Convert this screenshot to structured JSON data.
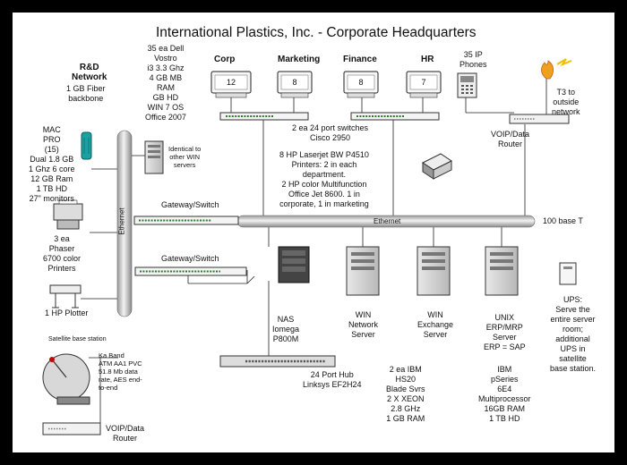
{
  "title": "International Plastics, Inc. -  Corporate Headquarters",
  "dell_desc": [
    "35 ea Dell",
    "Vostro",
    "i3 3.3 Ghz",
    "4 GB MB",
    "RAM",
    "GB HD",
    "WIN 7 OS",
    "Office 2007"
  ],
  "depts": [
    {
      "name": "Corp",
      "count": "12"
    },
    {
      "name": "Marketing",
      "count": "8"
    },
    {
      "name": "Finance",
      "count": "8"
    },
    {
      "name": "HR",
      "count": "7"
    }
  ],
  "ip_phones": [
    "35 IP",
    "Phones"
  ],
  "t3": [
    "T3 to",
    "outside",
    "network"
  ],
  "rd_title": [
    "R&D",
    "Network"
  ],
  "rd_sub": [
    "1 GB Fiber",
    "backbone"
  ],
  "mac_desc": [
    "MAC",
    "PRO",
    "(15)",
    "Dual 1.8 GB",
    "1  Ghz 6 core",
    "12 GB Ram",
    "1 TB HD",
    "27\" monitors"
  ],
  "phaser": [
    "3 ea",
    "Phaser",
    "6700 color",
    "Printers"
  ],
  "plotter": "1 HP Plotter",
  "identical": [
    "Identical to",
    "other WIN",
    "servers"
  ],
  "switches": [
    "2 ea 24 port switches",
    "Cisco 2950"
  ],
  "printers_desc": [
    "8 HP Laserjet BW P4510",
    "Printers: 2 in each",
    "department.",
    "2 HP color Multifunction",
    "Office Jet 8600. 1 in",
    "corporate, 1 in marketing"
  ],
  "voip_top": [
    "VOIP/Data",
    "Router"
  ],
  "gateway1": "Gateway/Switch",
  "gateway2": "Gateway/Switch",
  "ethernet_v": "Ethernet",
  "ethernet_h": "Ethernet",
  "base_t": "100 base T",
  "nas": [
    "NAS",
    "Iomega",
    "P800M"
  ],
  "win_net": [
    "WIN",
    "Network",
    "Server"
  ],
  "win_exch": [
    "WIN",
    "Exchange",
    "Server"
  ],
  "unix": [
    "UNIX",
    "ERP/MRP",
    "Server",
    "ERP = SAP"
  ],
  "ups": [
    "UPS:",
    "Serve the",
    "entire server",
    "room;",
    "additional",
    "UPS in",
    "satellite",
    "base station."
  ],
  "sat_station": "Satellite base station",
  "ka_band": [
    "Ka Band",
    "ATM AA1 PVC",
    "51.8 Mb data",
    "rate, AES end-",
    "to-end"
  ],
  "hub": [
    "24 Port Hub",
    "Linksys EF2H24"
  ],
  "ibm_blade": [
    "2 ea IBM",
    "HS20",
    "Blade Svrs",
    "2 X XEON",
    "2.8 GHz",
    "1 GB RAM"
  ],
  "ibm_pseries": [
    "IBM",
    "pSeries",
    "6E4",
    "Multiprocessor",
    "16GB RAM",
    "1 TB HD"
  ],
  "voip_bottom": [
    "VOIP/Data",
    "Router"
  ],
  "colors": {
    "frame": "#000000",
    "cable": "#bfbfbf",
    "mac": "#1aa2a2",
    "nas": "#444444",
    "flame": "#f0a020"
  }
}
